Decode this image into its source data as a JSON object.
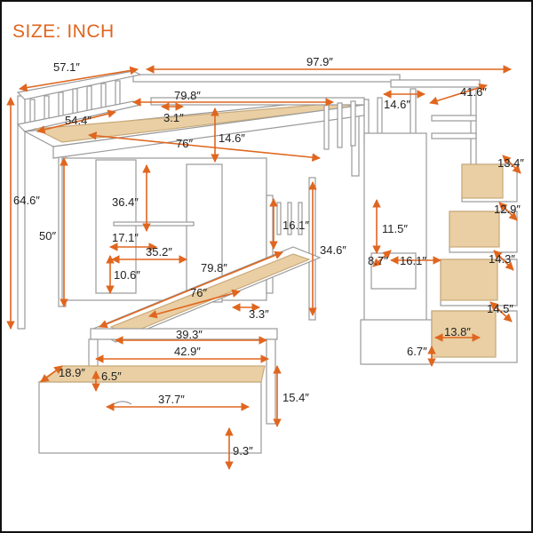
{
  "header": {
    "title": "SIZE: INCH"
  },
  "colors": {
    "dimension": "#e0661f",
    "wood": "#e9cfa3",
    "frame": "#ffffff",
    "outline": "#9a9a9a",
    "border": "#111111"
  },
  "dimensions": {
    "total_depth": "57.1″",
    "total_length": "97.9″",
    "height": "64.6″",
    "loft_length": "79.8″",
    "loft_width": "54.4″",
    "slat_gap": "3.1″",
    "loft_slats_length": "76″",
    "loft_guard_height": "14.6″",
    "stair_guard_height": "14.6″",
    "stair_depth": "41.6″",
    "wardrobe_height": "36.4″",
    "under_loft_clearance": "50″",
    "shelf_width": "17.1″",
    "wardrobe_width": "35.2″",
    "shelf_height": "10.6″",
    "lower_guard_height": "16.1″",
    "lower_clearance": "34.6″",
    "lower_bed_length": "79.8″",
    "lower_bed_slats_length": "76″",
    "lower_slat_gap": "3.3″",
    "lower_bed_inner_width": "39.3″",
    "lower_bed_width": "42.9″",
    "trundle_depth": "18.9″",
    "trundle_height_inner": "6.5″",
    "trundle_width": "37.7″",
    "trundle_side": "9.3″",
    "lower_bed_height": "15.4″",
    "stair_step_height": "11.5″",
    "stair_step_depth": "8.7″",
    "stair_step_width": "16.1″",
    "drawer_width": "13.8″",
    "drawer_height": "6.7″",
    "drawer1": "13.4″",
    "drawer2": "12.9″",
    "drawer3": "14.3″",
    "drawer4": "14.5″"
  }
}
